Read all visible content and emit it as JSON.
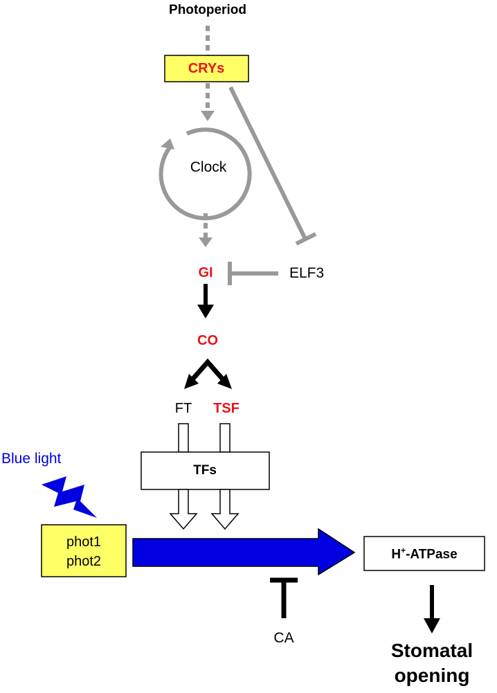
{
  "labels": {
    "photoperiod": "Photoperiod",
    "crys": "CRYs",
    "clock": "Clock",
    "gi": "GI",
    "elf3": "ELF3",
    "co": "CO",
    "ft": "FT",
    "tsf": "TSF",
    "tfs": "TFs",
    "blue_light": "Blue light",
    "phot1": "phot1",
    "phot2": "phot2",
    "h_atpase_prefix": "H",
    "h_atpase_sup": "+",
    "h_atpase_suffix": "-ATPase",
    "ca": "CA",
    "stomatal": "Stomatal",
    "opening": "opening"
  },
  "colors": {
    "highlight_text": "#e8141b",
    "yellow_box": "#ffff66",
    "gray_arrow": "#999999",
    "blue_arrow": "#0000e0",
    "black": "#000000"
  }
}
